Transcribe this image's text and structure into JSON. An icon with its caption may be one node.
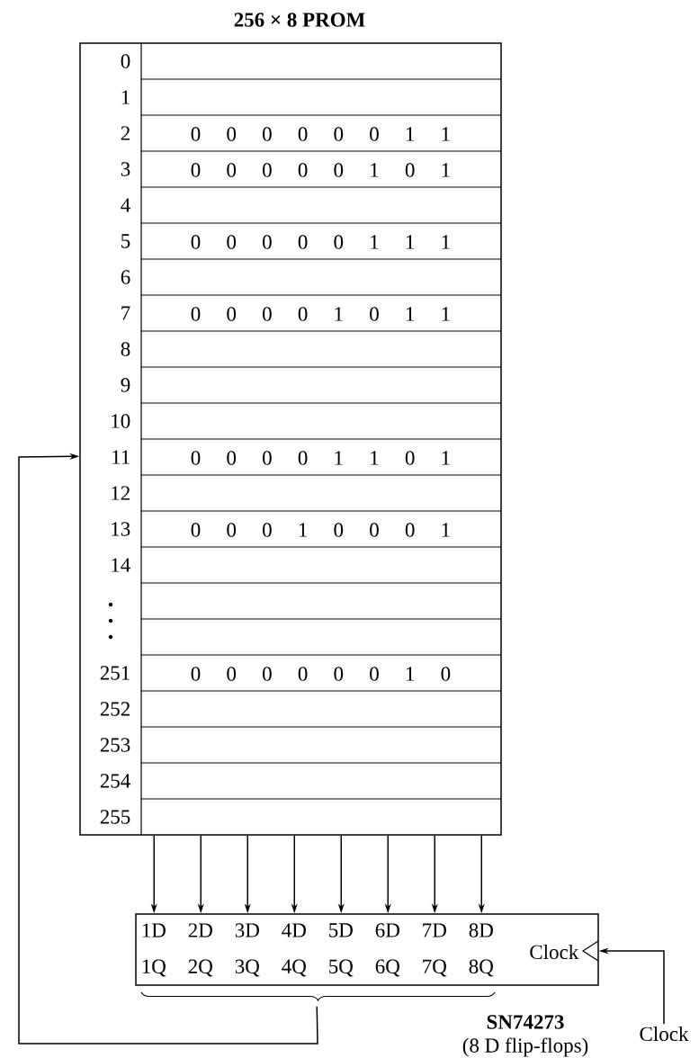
{
  "diagram": {
    "nodes": [
      {
        "text": [
          "256 × 8 PROM"
        ]
      },
      {
        "text": [
          "1D",
          "2D",
          "3D",
          "4D",
          "5D",
          "6D",
          "7D",
          "8D",
          "1Q",
          "2Q",
          "3Q",
          "4Q",
          "5Q",
          "6Q",
          "7Q",
          "8Q",
          "Clock"
        ],
        "beside": [
          "SN74273",
          "(8 D flip-flops)"
        ]
      },
      {
        "text": [
          "Clock"
        ]
      }
    ],
    "edges": [
      {
        "from": 0,
        "to": 1,
        "arrow": "to"
      },
      {
        "from": 0,
        "to": 1,
        "arrow": "to"
      },
      {
        "from": 0,
        "to": 1,
        "arrow": "to"
      },
      {
        "from": 0,
        "to": 1,
        "arrow": "to"
      },
      {
        "from": 0,
        "to": 1,
        "arrow": "to"
      },
      {
        "from": 0,
        "to": 1,
        "arrow": "to"
      },
      {
        "from": 0,
        "to": 1,
        "arrow": "to"
      },
      {
        "from": 0,
        "to": 1,
        "arrow": "to"
      },
      {
        "from": 1,
        "to": 0,
        "arrow": "to"
      },
      {
        "from": 2,
        "to": 1,
        "arrow": "to"
      }
    ],
    "labels": [
      "0",
      "1",
      "2",
      "0 0 0 0 0 0 1 1",
      "3",
      "0 0 0 0 0 1 0 1",
      "4",
      "5",
      "0 0 0 0 0 1 1 1",
      "6",
      "7",
      "0 0 0 0 1 0 1 1",
      "8",
      "9",
      "10",
      "11",
      "0 0 0 0 1 1 0 1",
      "12",
      "13",
      "0 0 0 1 0 0 0 1",
      "14",
      "251",
      "0 0 0 0 0 0 1 0",
      "252",
      "253",
      "254",
      "255"
    ]
  }
}
